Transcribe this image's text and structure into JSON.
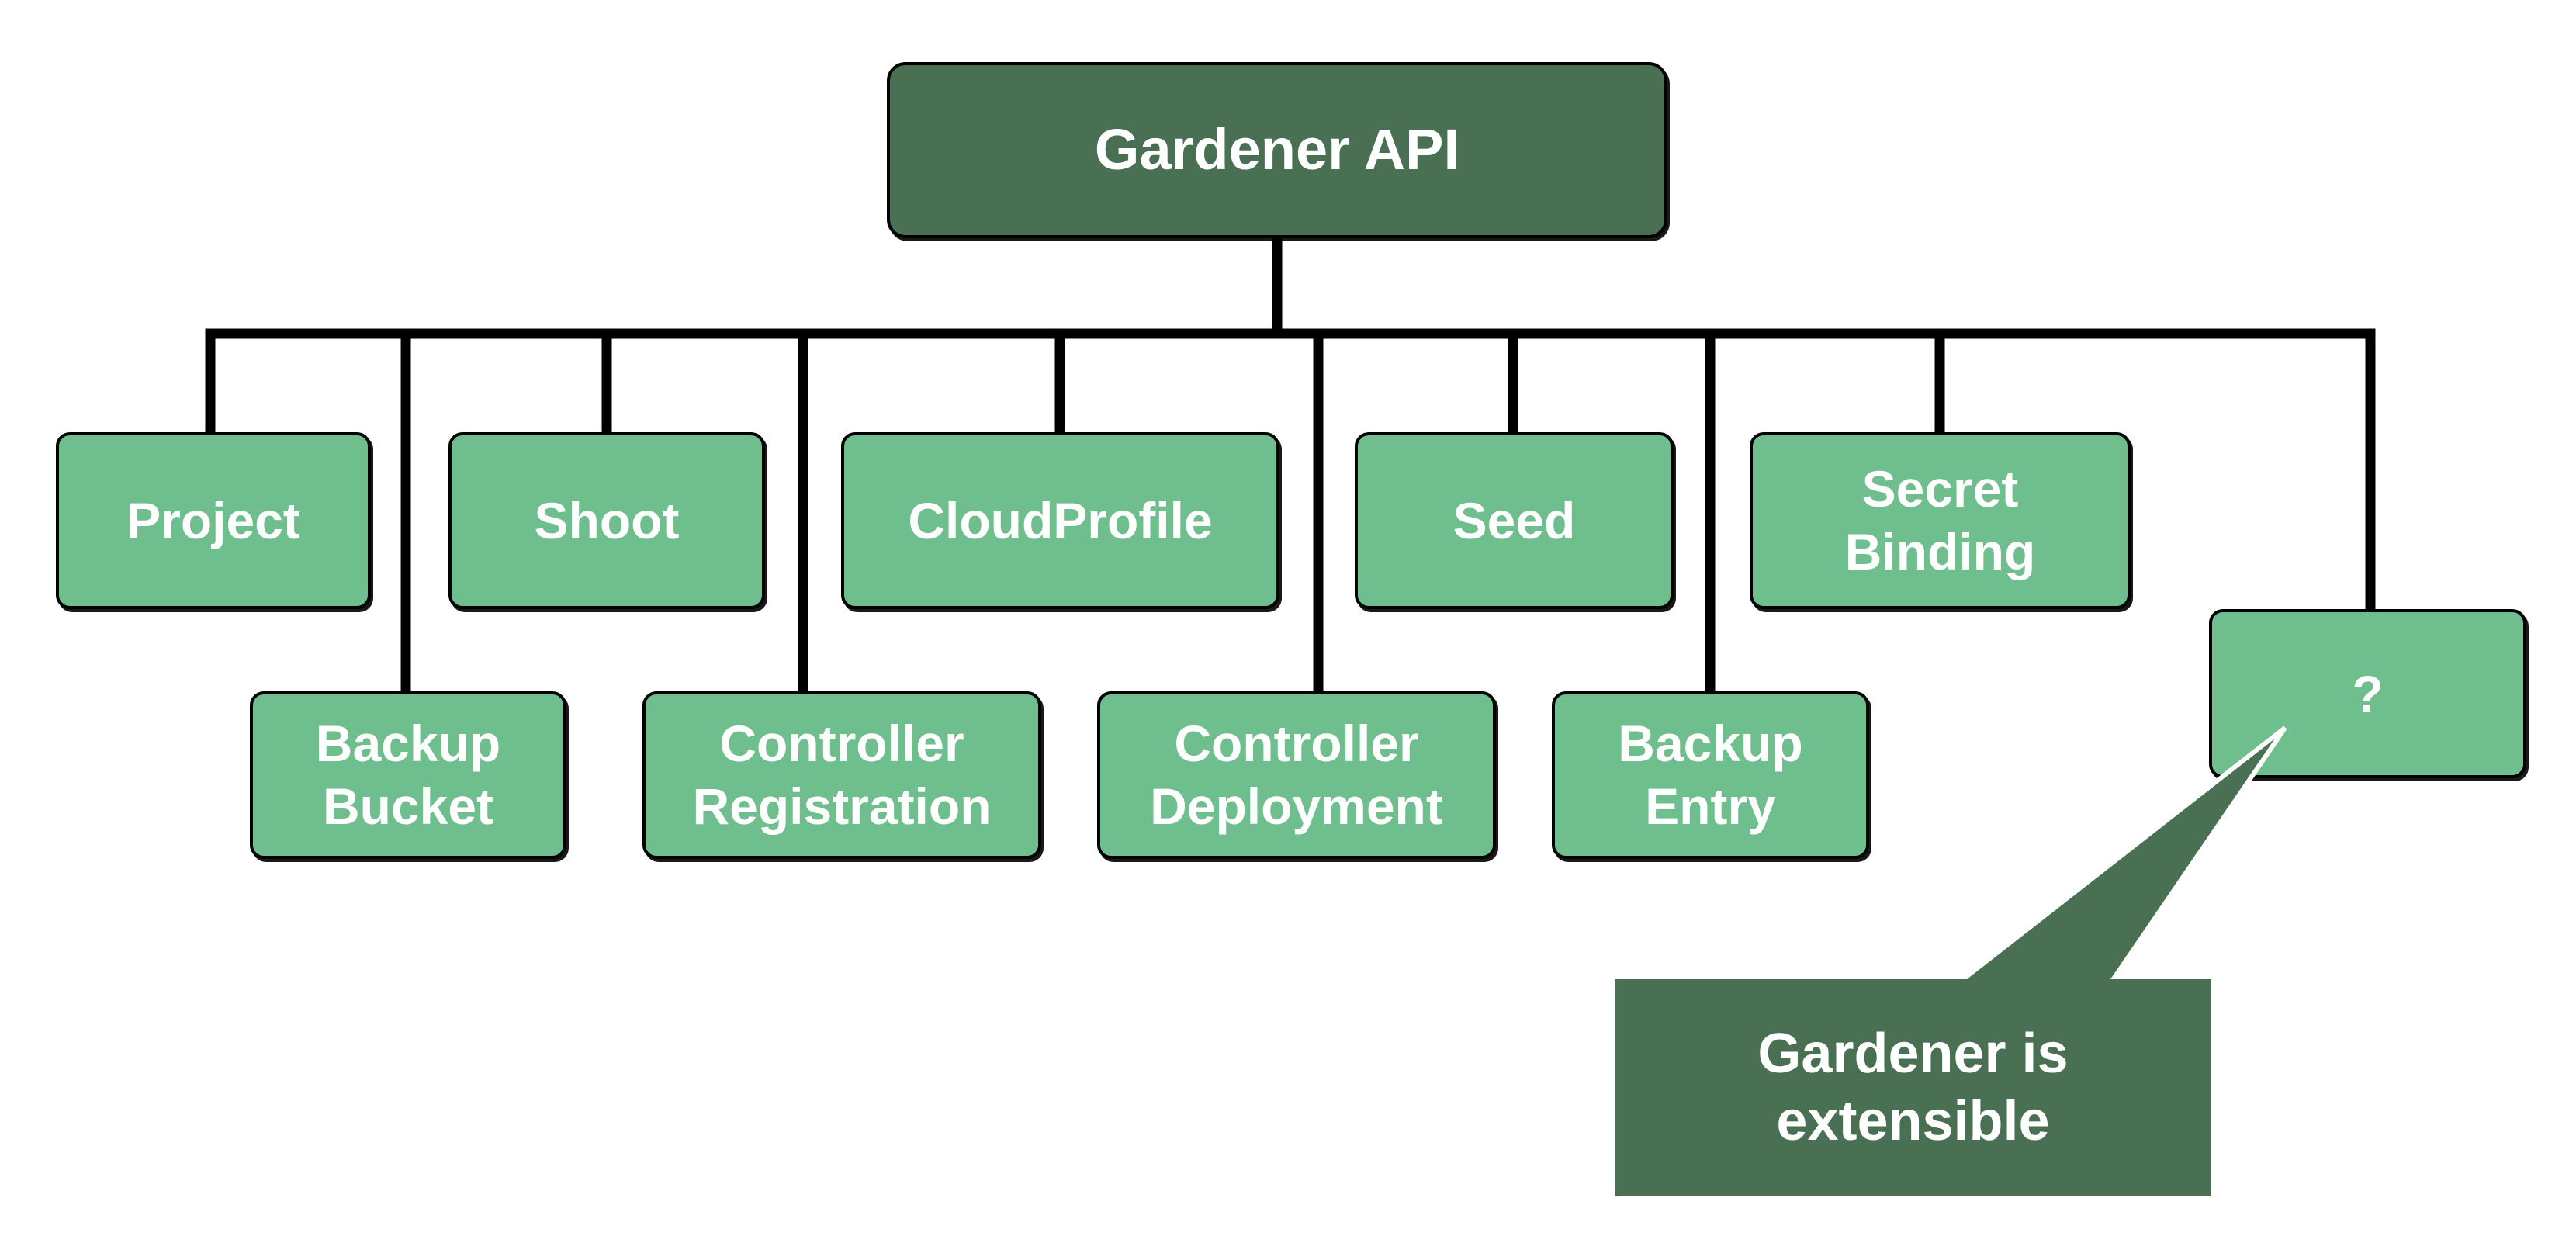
{
  "colors": {
    "light_green": "#6FBE8D",
    "dark_green": "#4A7053",
    "line": "#000000",
    "text": "#FFFFFF"
  },
  "nodes": {
    "gardener_api": {
      "label": "Gardener API"
    },
    "project": {
      "label": "Project"
    },
    "shoot": {
      "label": "Shoot"
    },
    "cloud_profile": {
      "label": "CloudProfile"
    },
    "seed": {
      "label": "Seed"
    },
    "secret_binding": {
      "label": "Secret Binding"
    },
    "backup_bucket": {
      "label": "Backup Bucket"
    },
    "controller_registration": {
      "label": "Controller Registration"
    },
    "controller_deployment": {
      "label": "Controller Deployment"
    },
    "backup_entry": {
      "label": "Backup Entry"
    },
    "unknown_extension": {
      "label": "?"
    }
  },
  "callout": {
    "label": "Gardener is extensible"
  }
}
